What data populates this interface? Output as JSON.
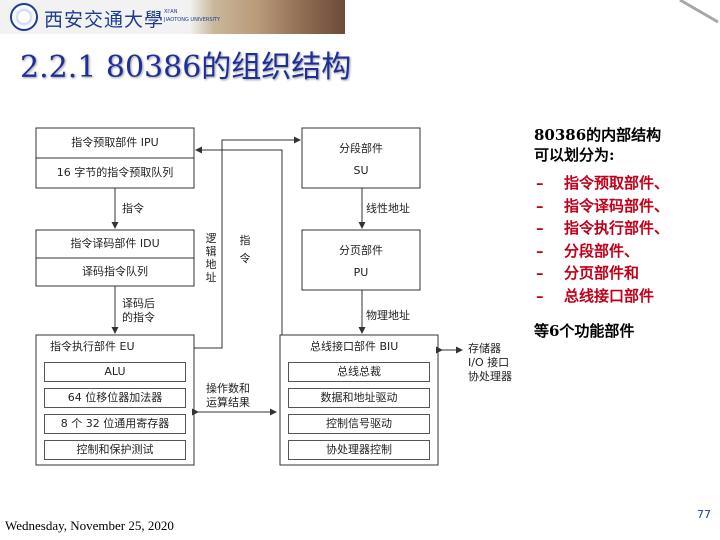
{
  "header": {
    "logo_cn": "西安交通大學",
    "logo_en_line1": "XI'AN",
    "logo_en_line2": "JIAOTONG UNIVERSITY"
  },
  "slide": {
    "title": "2.2.1 80386的组织结构",
    "date": "Wednesday, November 25, 2020",
    "page_number": "77"
  },
  "diagram": {
    "ipu": "指令预取部件 IPU",
    "queue16": "16 字节的指令预取队列",
    "instr_label": "指令",
    "idu": "指令译码部件 IDU",
    "decoded_queue": "译码指令队列",
    "decoded_instr_line1": "译码后",
    "decoded_instr_line2": "的指令",
    "eu_title": "指令执行部件 EU",
    "alu": "ALU",
    "shifter": "64 位移位器加法器",
    "registers": "8 个 32 位通用寄存器",
    "control_test": "控制和保护测试",
    "logical_addr_vertical": "逻辑地址",
    "instr_vertical": "指令",
    "su_line1": "分段部件",
    "su_line2": "SU",
    "linear_addr": "线性地址",
    "pu_line1": "分页部件",
    "pu_line2": "PU",
    "physical_addr": "物理地址",
    "biu_title": "总线接口部件 BIU",
    "bus_arbitration": "总线总裁",
    "data_addr_drive": "数据和地址驱动",
    "control_signal_drive": "控制信号驱动",
    "coprocessor_control": "协处理器控制",
    "operand_line1": "操作数和",
    "operand_line2": "运算结果",
    "ext_line1": "存储器",
    "ext_line2": "I/O 接口",
    "ext_line3": "协处理器"
  },
  "content": {
    "heading_line1": "80386的内部结构",
    "heading_line2": "可以划分为:",
    "dash": "–",
    "items": [
      "指令预取部件、",
      "指令译码部件、",
      "指令执行部件、",
      "分段部件、",
      "分页部件和",
      "总线接口部件"
    ],
    "summary": "等6个功能部件"
  },
  "colors": {
    "title": "#1f2f9a",
    "list_text": "#c0001a",
    "logo": "#1e3c8c"
  }
}
